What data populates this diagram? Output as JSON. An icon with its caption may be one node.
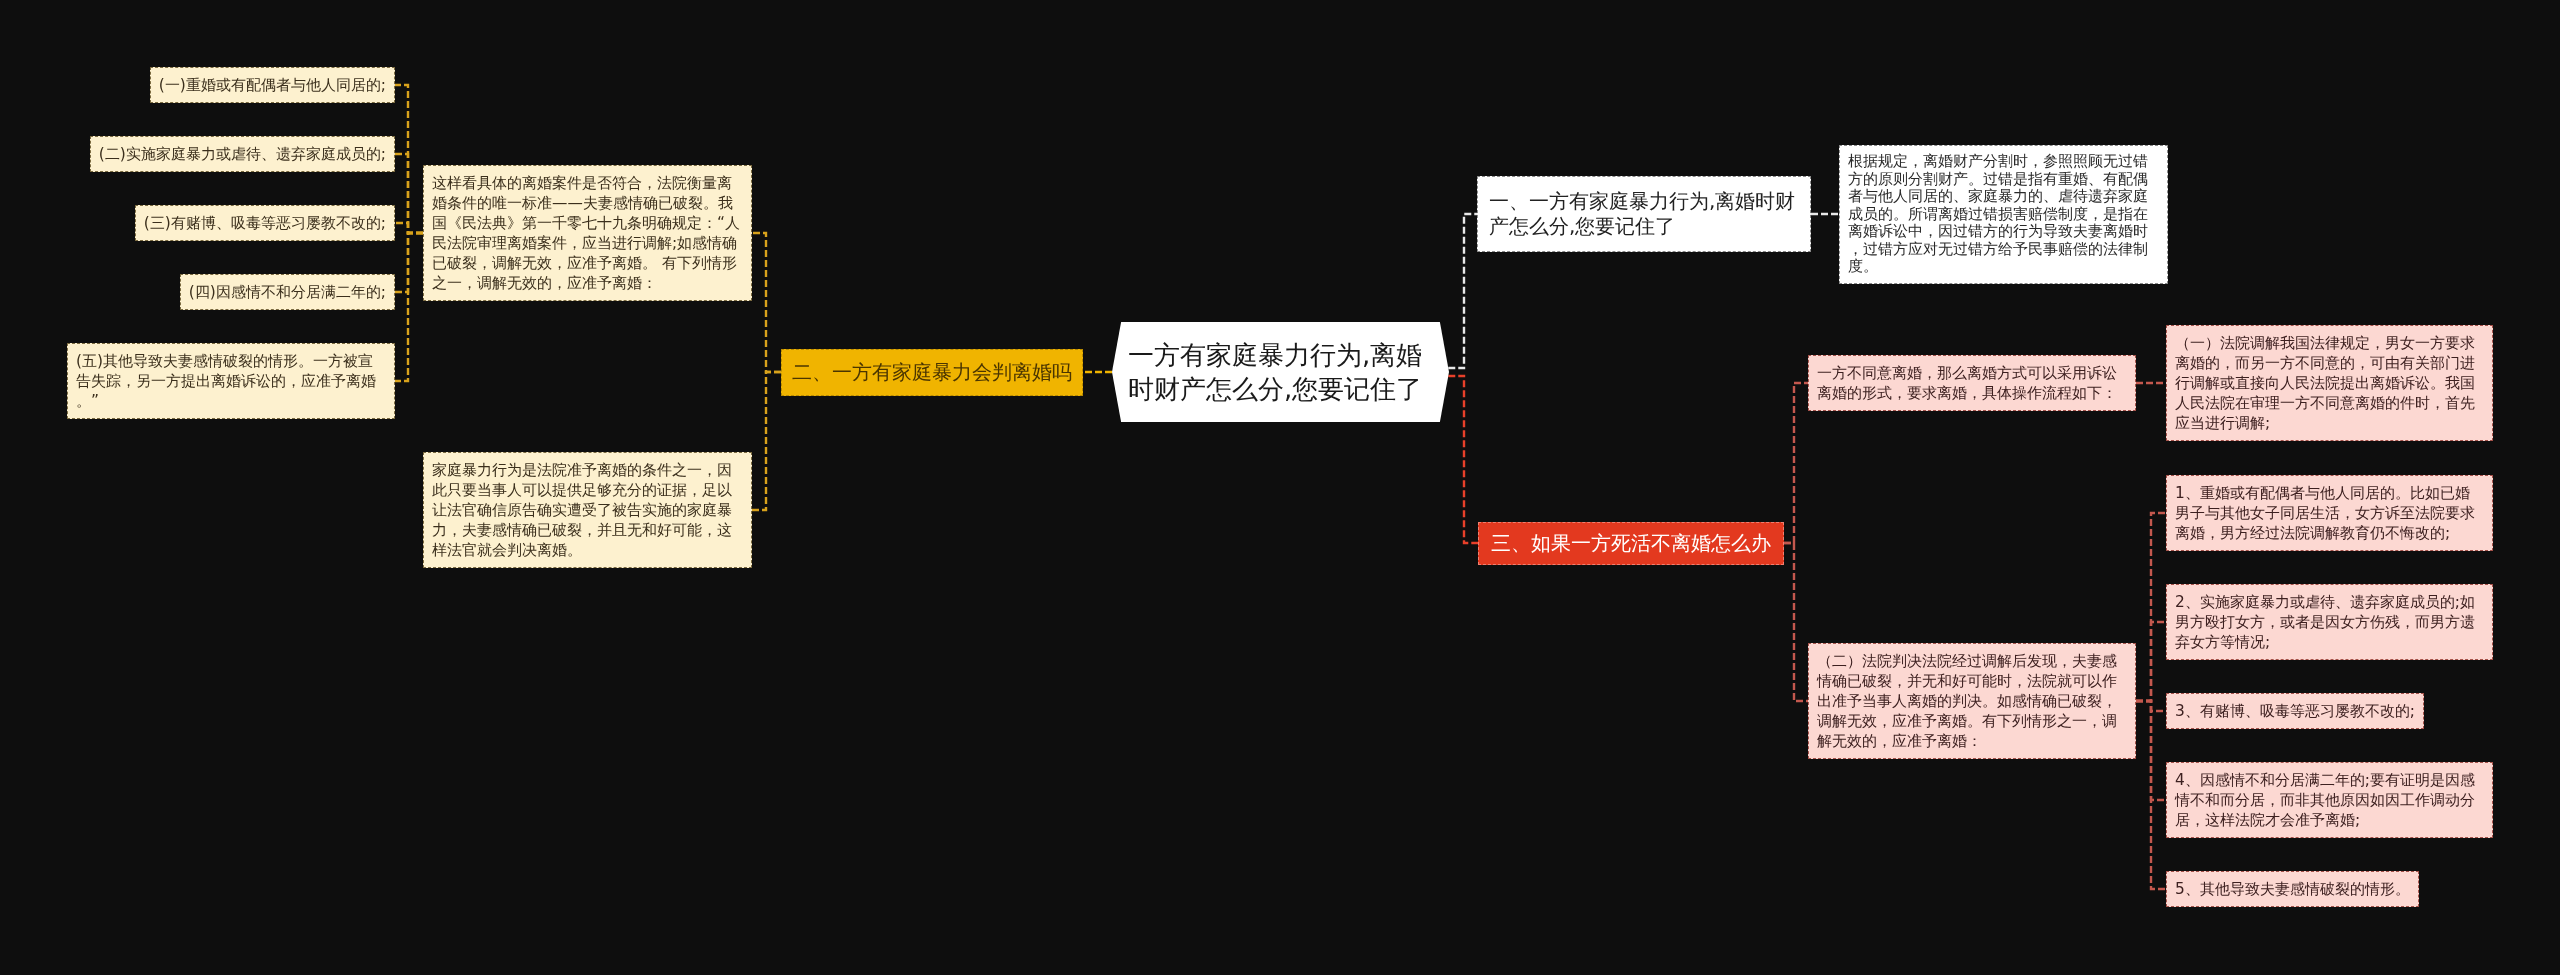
{
  "diagram": {
    "nodes": [
      {
        "text": [
          "一方有家庭暴力行为,离婚时财产怎么分,您要记住了"
        ]
      },
      {
        "text": [
          "一、一方有家庭暴力行为,离婚时财产怎么分,您要记住了"
        ]
      },
      {
        "text": [
          "根据规定，离婚财产分割时，参照照顾无过错方的原则分割财产。过错是指有重婚、有配偶者与他人同居的、家庭暴力的、虐待遗弃家庭成员的。所谓离婚过错损害赔偿制度，是指在离婚诉讼中，因过错方的行为导致夫妻离婚时，过错方应对无过错方给予民事赔偿的法律制度。"
        ]
      },
      {
        "text": [
          "二、一方有家庭暴力会判离婚吗"
        ]
      },
      {
        "text": [
          "这样看具体的离婚案件是否符合，法院衡量离婚条件的唯一标准——夫妻感情确已破裂。我国《民法典》第一千零七十九条明确规定：“人民法院审理离婚案件，应当进行调解;如感情确已破裂，调解无效，应准予离婚。 有下列情形之一，调解无效的，应准予离婚："
        ]
      },
      {
        "text": [
          "(一)重婚或有配偶者与他人同居的;"
        ]
      },
      {
        "text": [
          "(二)实施家庭暴力或虐待、遗弃家庭成员的;"
        ]
      },
      {
        "text": [
          "(三)有赌博、吸毒等恶习屡教不改的;"
        ]
      },
      {
        "text": [
          "(四)因感情不和分居满二年的;"
        ]
      },
      {
        "text": [
          "(五)其他导致夫妻感情破裂的情形。一方被宣告失踪，另一方提出离婚诉讼的，应准予离婚。”"
        ]
      },
      {
        "text": [
          "家庭暴力行为是法院准予离婚的条件之一，因此只要当事人可以提供足够充分的证据，足以让法官确信原告确实遭受了被告实施的家庭暴力，夫妻感情确已破裂，并且无和好可能，这样法官就会判决离婚。"
        ]
      },
      {
        "text": [
          "三、如果一方死活不离婚怎么办"
        ]
      },
      {
        "text": [
          "一方不同意离婚，那么离婚方式可以采用诉讼离婚的形式，要求离婚，具体操作流程如下："
        ]
      },
      {
        "text": [
          "（一）法院调解我国法律规定，男女一方要求离婚的，而另一方不同意的，可由有关部门进行调解或直接向人民法院提出离婚诉讼。我国人民法院在审理一方不同意离婚的件时，首先应当进行调解;"
        ]
      },
      {
        "text": [
          "（二）法院判决法院经过调解后发现，夫妻感情确已破裂，并无和好可能时，法院就可以作出准予当事人离婚的判决。如感情确已破裂，调解无效，应准予离婚。有下列情形之一，调解无效的，应准予离婚："
        ]
      },
      {
        "text": [
          "1、重婚或有配偶者与他人同居的。比如已婚男子与其他女子同居生活，女方诉至法院要求离婚，男方经过法院调解教育仍不悔改的;"
        ]
      },
      {
        "text": [
          "2、实施家庭暴力或虐待、遗弃家庭成员的;如男方殴打女方，或者是因女方伤残，而男方遗弃女方等情况;"
        ]
      },
      {
        "text": [
          "3、有赌博、吸毒等恶习屡教不改的;"
        ]
      },
      {
        "text": [
          "4、因感情不和分居满二年的;要有证明是因感情不和而分居，而非其他原因如因工作调动分居，这样法院才会准予离婚;"
        ]
      },
      {
        "text": [
          "5、其他导致夫妻感情破裂的情形。"
        ]
      }
    ],
    "edges": [
      {
        "from": 0,
        "to": 1,
        "arrow": "none",
        "style": "dashed",
        "color": "#e8e8e8"
      },
      {
        "from": 1,
        "to": 2,
        "arrow": "none",
        "style": "dashed",
        "color": "#e8e8e8"
      },
      {
        "from": 0,
        "to": 3,
        "arrow": "none",
        "style": "dashed",
        "color": "#f0b400"
      },
      {
        "from": 3,
        "to": 4,
        "arrow": "none",
        "style": "dashed",
        "color": "#d8a21c"
      },
      {
        "from": 3,
        "to": 10,
        "arrow": "none",
        "style": "dashed",
        "color": "#d8a21c"
      },
      {
        "from": 4,
        "to": 5,
        "arrow": "none",
        "style": "dashed",
        "color": "#d8a21c"
      },
      {
        "from": 4,
        "to": 6,
        "arrow": "none",
        "style": "dashed",
        "color": "#d8a21c"
      },
      {
        "from": 4,
        "to": 7,
        "arrow": "none",
        "style": "dashed",
        "color": "#d8a21c"
      },
      {
        "from": 4,
        "to": 8,
        "arrow": "none",
        "style": "dashed",
        "color": "#d8a21c"
      },
      {
        "from": 4,
        "to": 9,
        "arrow": "none",
        "style": "dashed",
        "color": "#d8a21c"
      },
      {
        "from": 0,
        "to": 11,
        "arrow": "none",
        "style": "dashed",
        "color": "#e8402a"
      },
      {
        "from": 11,
        "to": 12,
        "arrow": "none",
        "style": "dashed",
        "color": "#c4584e"
      },
      {
        "from": 11,
        "to": 14,
        "arrow": "none",
        "style": "dashed",
        "color": "#c4584e"
      },
      {
        "from": 12,
        "to": 13,
        "arrow": "none",
        "style": "dashed",
        "color": "#c4584e"
      },
      {
        "from": 14,
        "to": 15,
        "arrow": "none",
        "style": "dashed",
        "color": "#c4584e"
      },
      {
        "from": 14,
        "to": 16,
        "arrow": "none",
        "style": "dashed",
        "color": "#c4584e"
      },
      {
        "from": 14,
        "to": 17,
        "arrow": "none",
        "style": "dashed",
        "color": "#c4584e"
      },
      {
        "from": 14,
        "to": 18,
        "arrow": "none",
        "style": "dashed",
        "color": "#c4584e"
      },
      {
        "from": 14,
        "to": 19,
        "arrow": "none",
        "style": "dashed",
        "color": "#c4584e"
      }
    ]
  }
}
